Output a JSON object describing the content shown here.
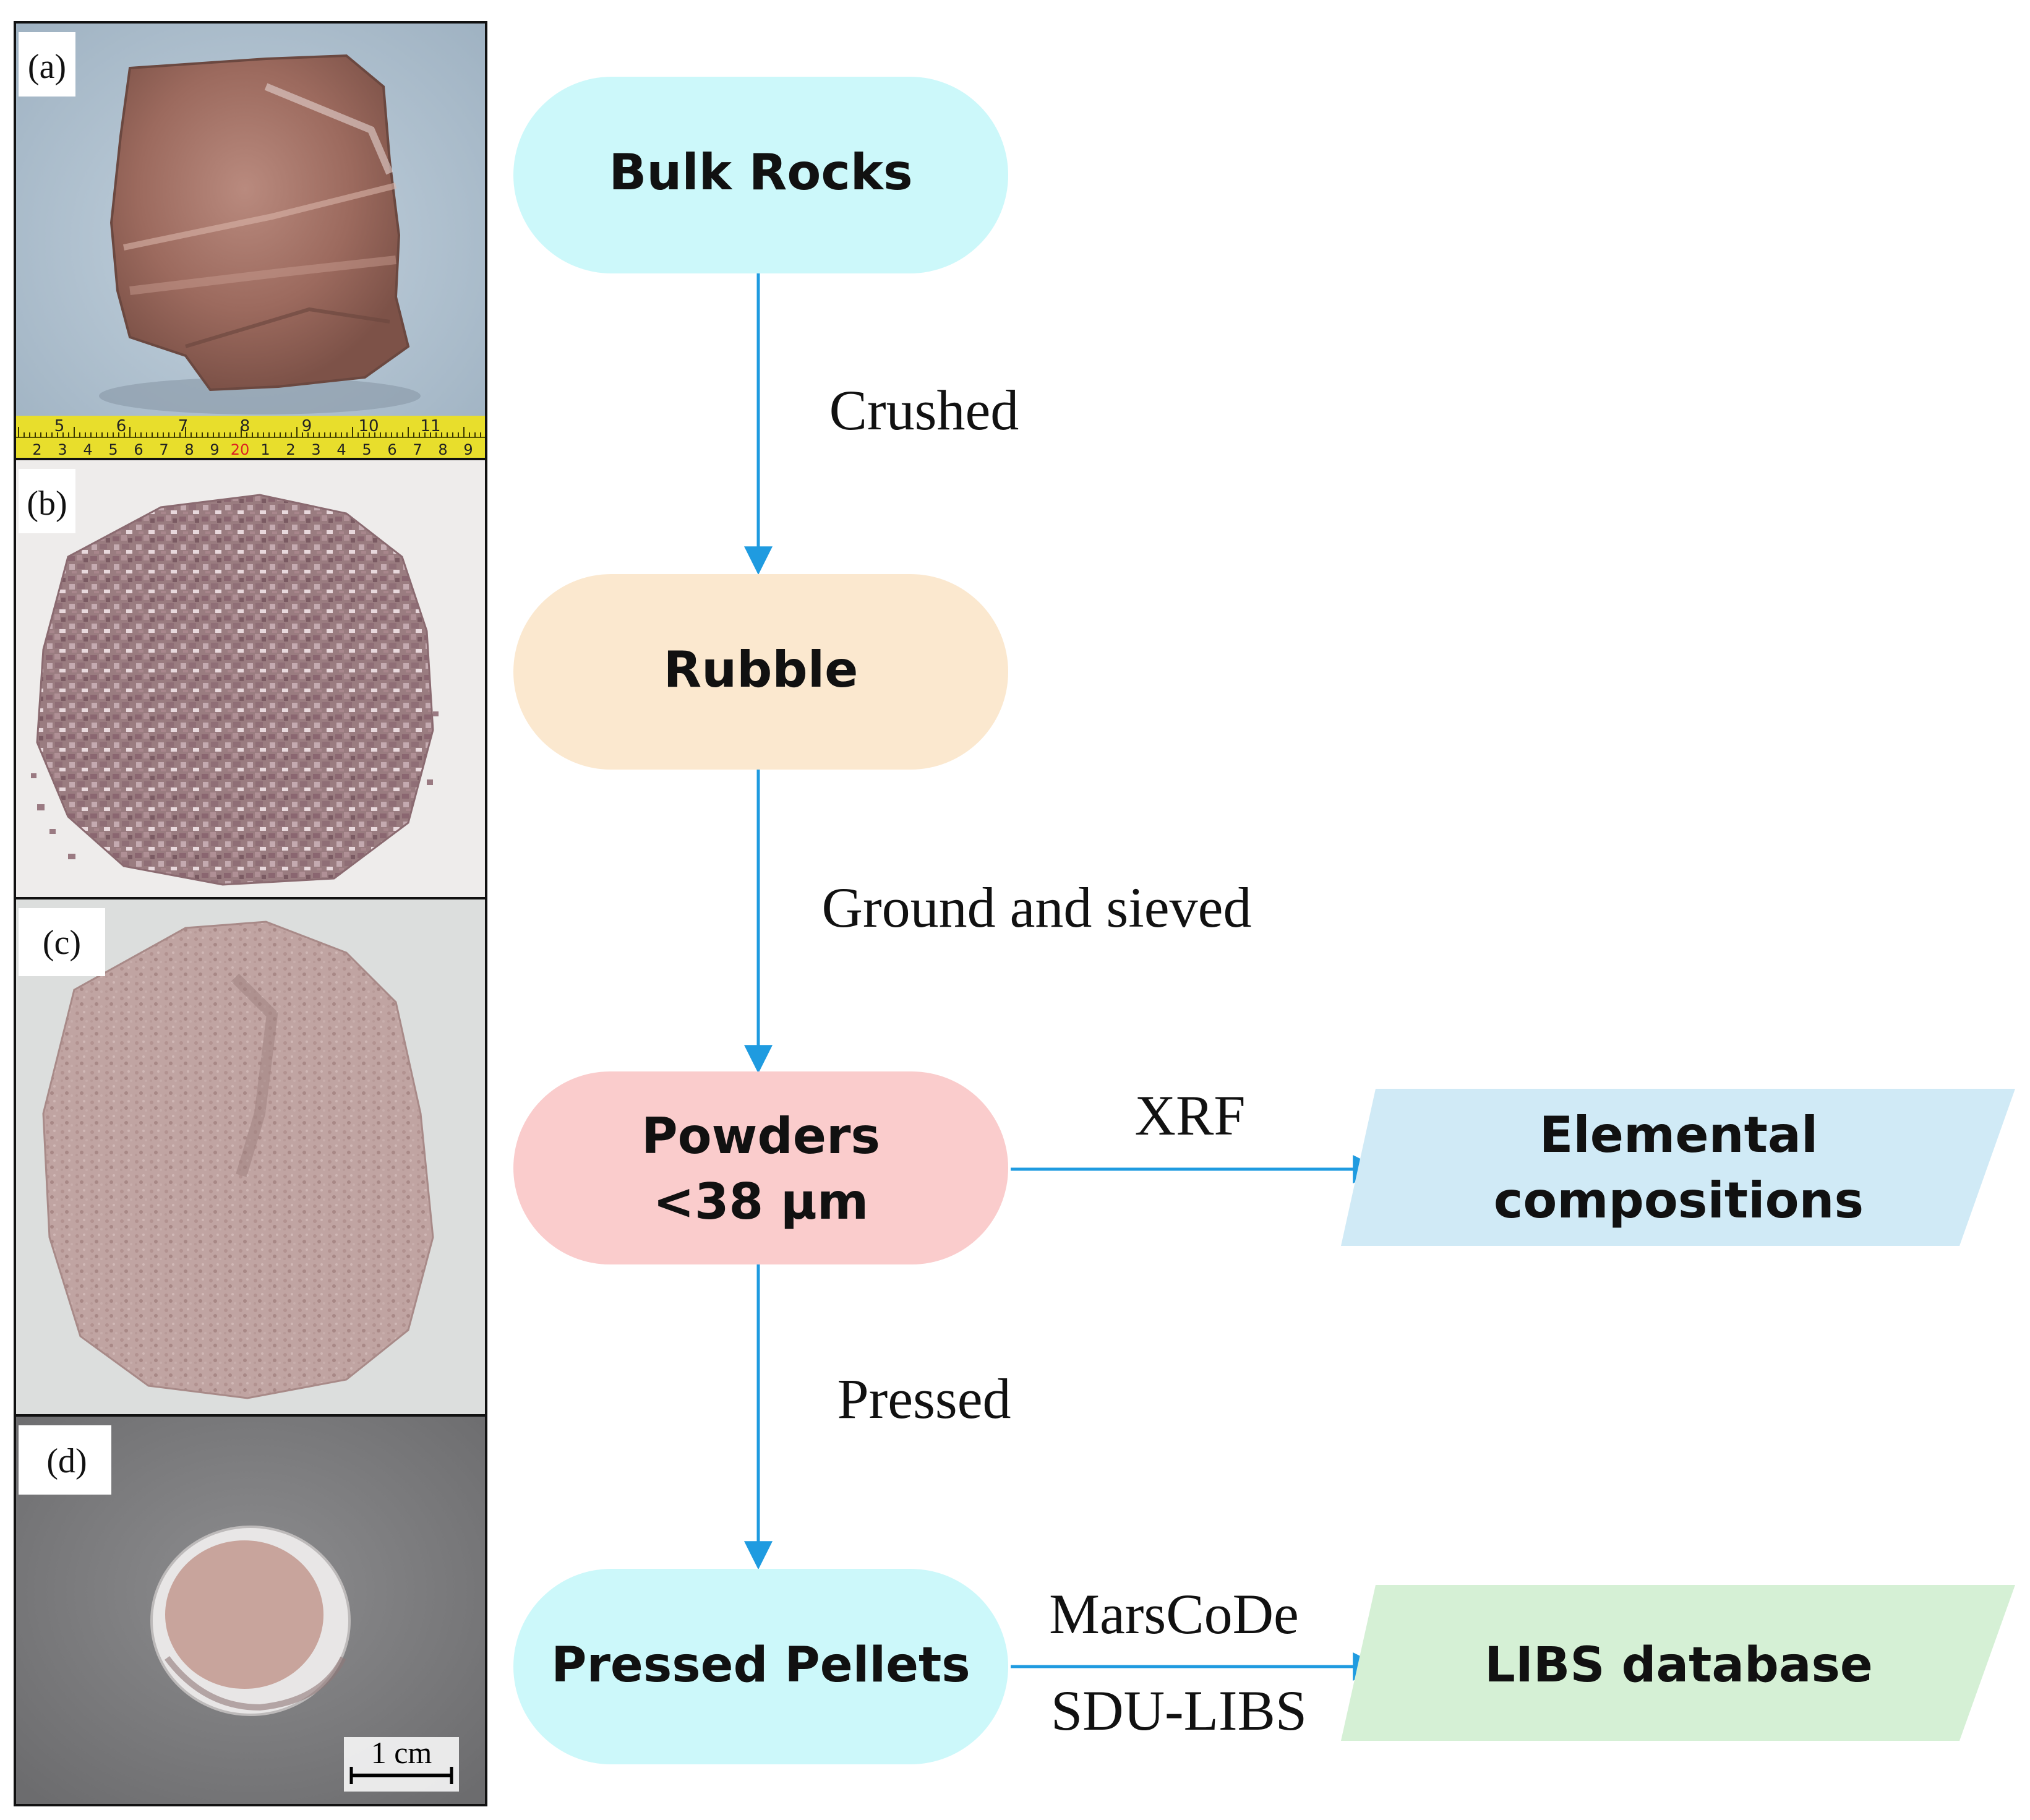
{
  "panels": [
    {
      "label": "(a)",
      "subject": "bulk-rock-photo"
    },
    {
      "label": "(b)",
      "subject": "rubble-photo"
    },
    {
      "label": "(c)",
      "subject": "powder-photo"
    },
    {
      "label": "(d)",
      "subject": "pellet-photo"
    }
  ],
  "ruler": {
    "top_numbers": [
      "5",
      "6",
      "7",
      "8",
      "9",
      "10",
      "11"
    ],
    "bottom_numbers": [
      "2",
      "3",
      "4",
      "5",
      "6",
      "7",
      "8",
      "9",
      "20",
      "1",
      "2",
      "3",
      "4",
      "5",
      "6",
      "7",
      "8",
      "9"
    ]
  },
  "scale_bar": {
    "label": "1 cm"
  },
  "nodes": {
    "bulk": {
      "label": "Bulk Rocks",
      "color": "#ccf8fa"
    },
    "rubble": {
      "label": "Rubble",
      "color": "#fbe8cf"
    },
    "powders": {
      "line1": "Powders",
      "line2": "<38 μm",
      "color": "#facccc"
    },
    "pellets": {
      "label": "Pressed Pellets",
      "color": "#ccf8fa"
    },
    "elemental": {
      "line1": "Elemental",
      "line2": "compositions",
      "color": "#d0eaf6"
    },
    "libs": {
      "label": "LIBS database",
      "color": "#d5f0d5"
    }
  },
  "edges": {
    "crushed": "Crushed",
    "ground": "Ground and sieved",
    "pressed": "Pressed",
    "xrf": "XRF",
    "marscode": "MarsCoDe",
    "sdulibs": "SDU-LIBS"
  },
  "arrow_color": "#1f9be0"
}
